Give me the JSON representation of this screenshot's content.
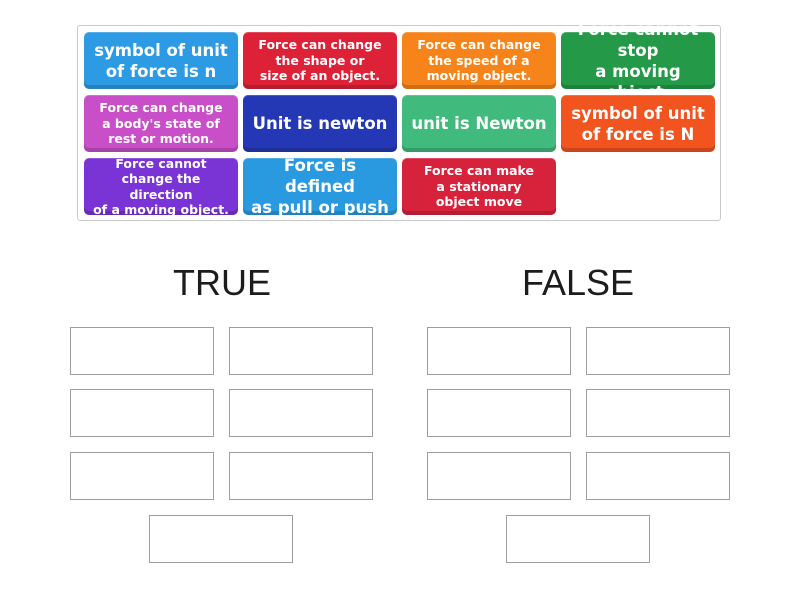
{
  "cards": [
    {
      "text": "symbol of unit\nof force is n",
      "color": "#2d9be3",
      "size": "large"
    },
    {
      "text": "Force can change\nthe shape or\nsize of an object.",
      "color": "#dd2238",
      "size": "small"
    },
    {
      "text": "Force can change\nthe speed of a\nmoving object.",
      "color": "#f7841a",
      "size": "small"
    },
    {
      "text": "Force cannot stop\na moving object.",
      "color": "#249a49",
      "size": "large"
    },
    {
      "text": "Force can change\na body's state of\nrest or motion.",
      "color": "#c94fc9",
      "size": "small"
    },
    {
      "text": "Unit is newton",
      "color": "#2438b5",
      "size": "large"
    },
    {
      "text": "unit is Newton",
      "color": "#40ba7d",
      "size": "large"
    },
    {
      "text": "symbol of unit\nof force is N",
      "color": "#f2541f",
      "size": "large"
    },
    {
      "text": "Force cannot\nchange the direction\nof a moving object.",
      "color": "#7a34d6",
      "size": "small"
    },
    {
      "text": "Force is defined\nas pull or push",
      "color": "#2a9ae0",
      "size": "large"
    },
    {
      "text": "Force can make\na stationary\nobject move",
      "color": "#d7223c",
      "size": "small"
    }
  ],
  "groups": {
    "true": {
      "title": "TRUE"
    },
    "false": {
      "title": "FALSE"
    }
  }
}
